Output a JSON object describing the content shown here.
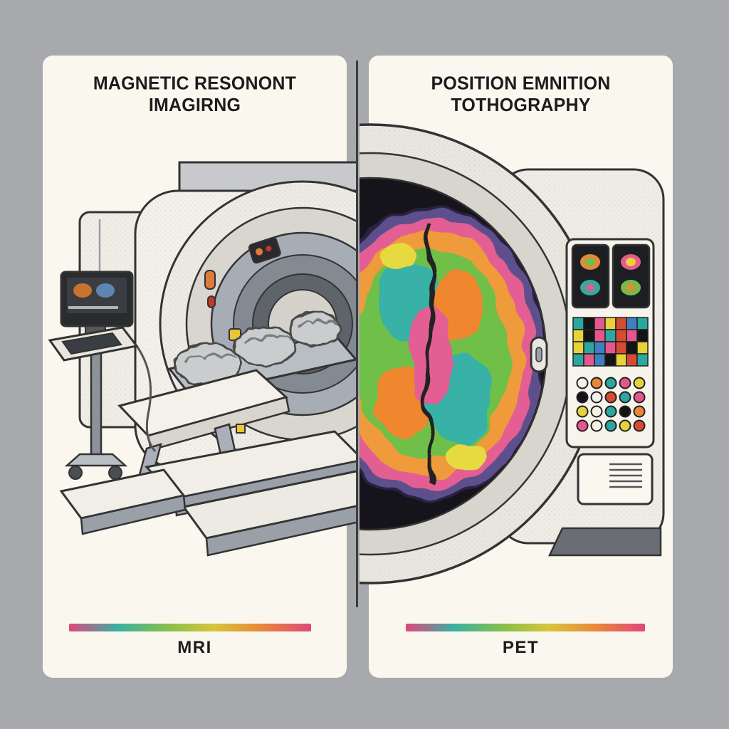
{
  "scene": {
    "background_color": "#a7a9ac",
    "panel_color": "#faf7ef",
    "divider_color": "#3c3c3c",
    "ink_color": "#1c1c1c"
  },
  "left_panel": {
    "title": "MAGNETIC RESONONT IMAGIRNG",
    "caption": "MRI"
  },
  "right_panel": {
    "title": "POSITION EMNITION TOTHOGRAPHY",
    "caption": "PET"
  },
  "gradient_bar": {
    "colors": [
      "#e0487c",
      "#38b0a3",
      "#84bf4b",
      "#d8c53a",
      "#e8863a",
      "#e0487c"
    ]
  },
  "pet_brain": {
    "rim": "#5d4f8c",
    "pink": "#e35f93",
    "orange": "#ef9b3a",
    "orange2": "#f0862f",
    "green": "#6fbf49",
    "teal": "#39b2a7",
    "yellow": "#e6da3f"
  },
  "pet_console": {
    "grid_colors": [
      "#2aa79e",
      "#141414",
      "#e4578c",
      "#e7d23a",
      "#d84b33",
      "#3d7fc1",
      "#2aa79e",
      "#e7d23a",
      "#141414",
      "#e4578c",
      "#2aa79e",
      "#d84b33",
      "#e4578c",
      "#141414",
      "#e7d23a",
      "#2aa79e",
      "#3d7fc1",
      "#e4578c",
      "#d84b33",
      "#141414",
      "#e7d23a",
      "#2aa79e",
      "#e4578c",
      "#3d7fc1",
      "#141414",
      "#e7d23a",
      "#d84b33",
      "#2aa79e"
    ],
    "button_colors": [
      "#f4f1e9",
      "#e8863a",
      "#2aa79e",
      "#e4578c",
      "#e7d23a",
      "#141414",
      "#f4f1e9",
      "#d84b33",
      "#2aa79e",
      "#e4578c",
      "#e7d23a",
      "#f4f1e9",
      "#2aa79e",
      "#141414",
      "#e8863a",
      "#e4578c",
      "#f4f1e9",
      "#2aa79e",
      "#e7d23a",
      "#d84b33"
    ]
  }
}
